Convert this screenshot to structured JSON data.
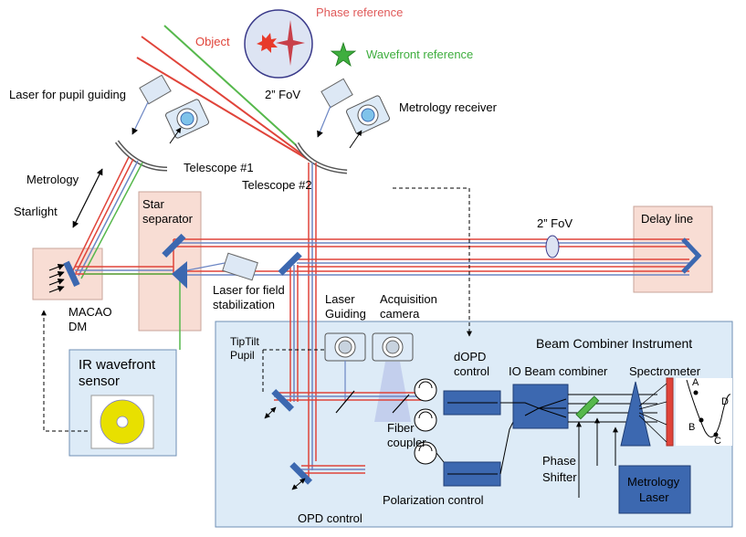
{
  "labels": {
    "phase_reference": "Phase reference",
    "object": "Object",
    "wavefront_reference": "Wavefront reference",
    "fov_top": "2” FoV",
    "laser_pupil_guiding": "Laser for pupil guiding",
    "metrology_receiver": "Metrology receiver",
    "telescope1": "Telescope #1",
    "telescope2": "Telescope #2",
    "metrology": "Metrology",
    "starlight": "Starlight",
    "star_separator_1": "Star",
    "star_separator_2": "separator",
    "fov_mid": "2” FoV",
    "delay_line": "Delay line",
    "laser_field_1": "Laser for field",
    "laser_field_2": "stabilization",
    "macao_1": "MACAO",
    "macao_2": "DM",
    "ir_sensor_1": "IR wavefront",
    "ir_sensor_2": "sensor",
    "laser_guiding_1": "Laser",
    "laser_guiding_2": "Guiding",
    "acq_camera_1": "Acquisition",
    "acq_camera_2": "camera",
    "beam_combiner_instrument": "Beam Combiner Instrument",
    "tiptilt_1": "TipTilt",
    "tiptilt_2": "Pupil",
    "dopd_1": "dOPD",
    "dopd_2": "control",
    "io_combiner": "IO Beam combiner",
    "spectrometer": "Spectrometer",
    "fiber_coupler_1": "Fiber",
    "fiber_coupler_2": "coupler",
    "phase_shifter_1": "Phase",
    "phase_shifter_2": "Shifter",
    "polarization_control": "Polarization control",
    "metrology_laser_1": "Metrology",
    "metrology_laser_2": "Laser",
    "opd_control": "OPD control",
    "fringe_a": "A",
    "fringe_b": "B",
    "fringe_c": "C",
    "fringe_d": "D"
  },
  "colors": {
    "red": "#e0443a",
    "blue": "#6c86c4",
    "green": "#56b84c",
    "box_pink": "#f8ddd4",
    "box_blue": "#ddebf7",
    "component": "#3c68b0",
    "phase_text": "#e05a5a",
    "wavefront_text": "#3fae3f"
  }
}
